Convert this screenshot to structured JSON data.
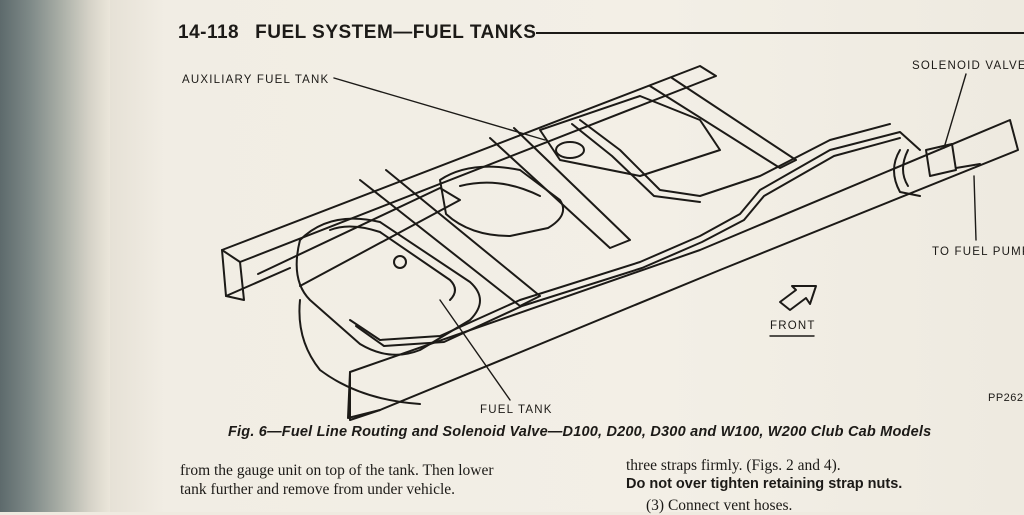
{
  "header": {
    "page_number": "14-118",
    "title": "FUEL SYSTEM—FUEL TANKS"
  },
  "callouts": {
    "auxiliary_fuel_tank": "AUXILIARY FUEL TANK",
    "solenoid_valve": "SOLENOID VALVE",
    "to_fuel_pump": "TO FUEL PUMP",
    "front": "FRONT",
    "fuel_tank": "FUEL TANK",
    "figure_code": "PP262"
  },
  "caption": "Fig. 6—Fuel Line Routing and Solenoid Valve—D100, D200, D300 and W100, W200 Club Cab Models",
  "left_column": {
    "line1": "from the gauge unit on top of the tank. Then lower",
    "line2": "tank further and remove from under vehicle."
  },
  "right_column": {
    "line1": "three straps firmly. (Figs. 2 and 4).",
    "line2": "Do not over tighten retaining strap nuts.",
    "line3": "(3)  Connect vent hoses."
  }
}
